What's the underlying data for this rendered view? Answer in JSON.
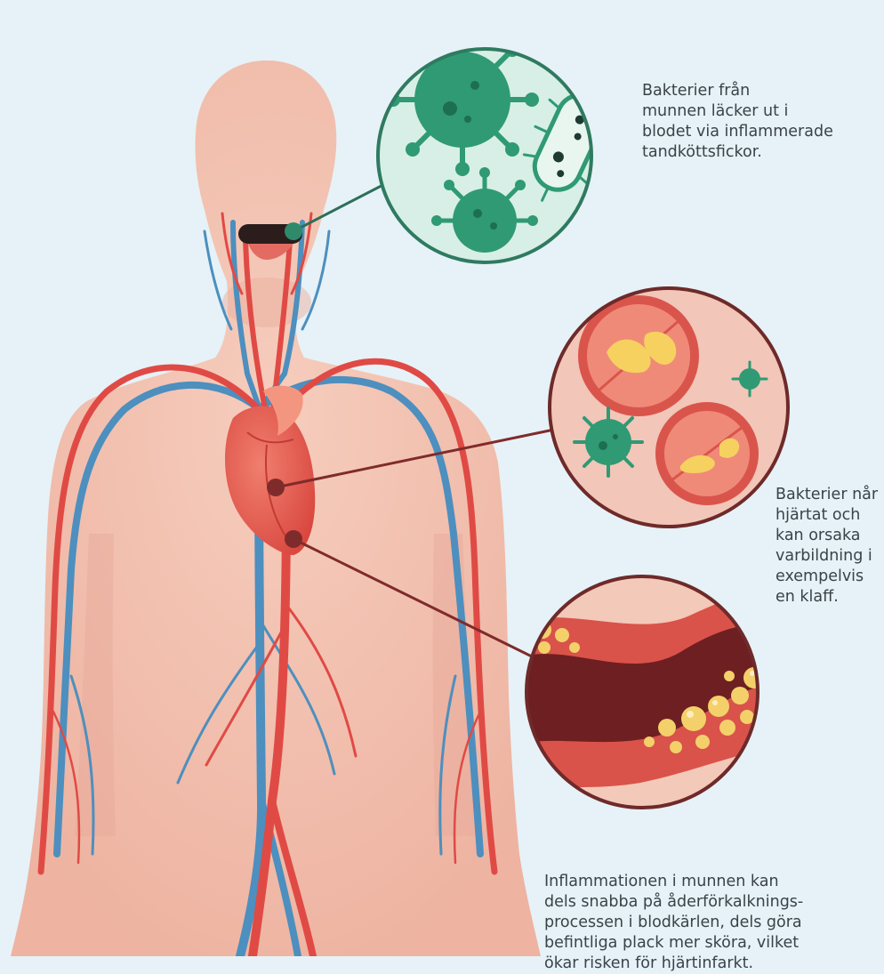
{
  "captions": {
    "mouth": {
      "lines": [
        "Bakterier från",
        "munnen läcker ut i",
        "blodet via inflammerade",
        "tandköttsfickor."
      ]
    },
    "heart": {
      "lines": [
        "Bakterier når",
        "hjärtat och",
        "kan orsaka",
        "varbildning i",
        "exempelvis",
        "en klaff."
      ]
    },
    "vessel": {
      "lines": [
        "Inflammationen i munnen kan",
        "dels snabba på åderförkalknings-",
        "processen i blodkärlen, dels göra",
        "befintliga plack mer sköra, vilket",
        "ökar risken för hjärtinfarkt."
      ]
    }
  },
  "colors": {
    "background": "#e6f2f7",
    "skin": "#f2bfae",
    "artery": "#e04a45",
    "vein": "#4d8fbe",
    "bacteria": "#2f9a74",
    "plaque": "#f4d06a",
    "pointer": "#8a2f2f"
  },
  "icons": [
    "bacteria-icon",
    "bacillus-icon",
    "heart-icon",
    "blood-vessel-icon"
  ]
}
